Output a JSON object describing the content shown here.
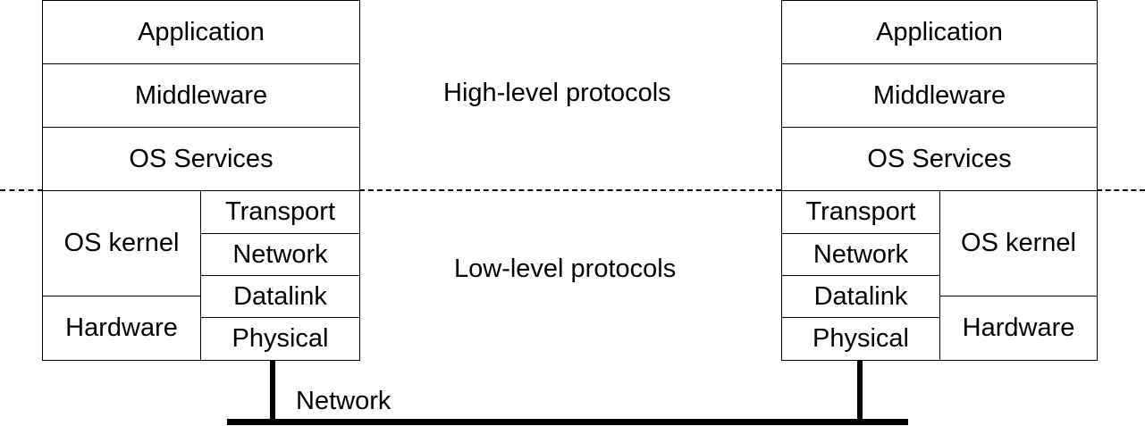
{
  "left_stack": {
    "application": "Application",
    "middleware": "Middleware",
    "os_services": "OS Services",
    "os_kernel": "OS kernel",
    "hardware": "Hardware",
    "transport": "Transport",
    "network": "Network",
    "datalink": "Datalink",
    "physical": "Physical"
  },
  "right_stack": {
    "application": "Application",
    "middleware": "Middleware",
    "os_services": "OS Services",
    "os_kernel": "OS kernel",
    "hardware": "Hardware",
    "transport": "Transport",
    "network": "Network",
    "datalink": "Datalink",
    "physical": "Physical"
  },
  "labels": {
    "high_level": "High-level protocols",
    "low_level": "Low-level protocols",
    "network_link": "Network"
  }
}
